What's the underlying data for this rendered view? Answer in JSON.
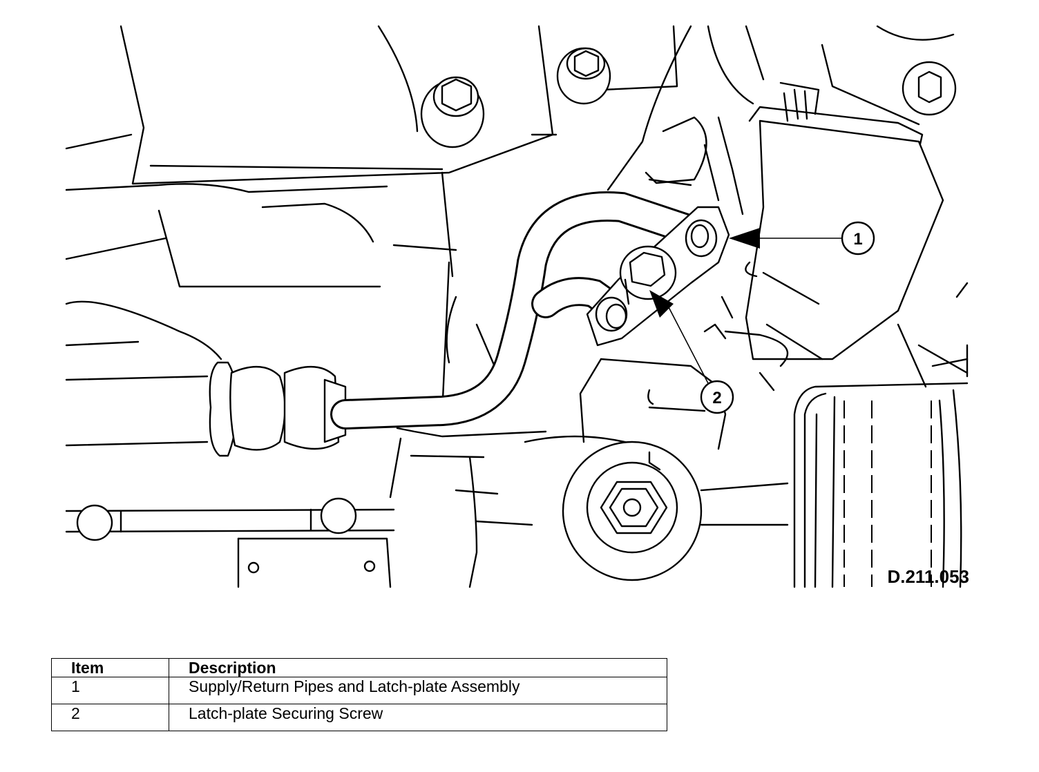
{
  "figure": {
    "reference": "D.211.053",
    "callouts": [
      {
        "number": "1"
      },
      {
        "number": "2"
      }
    ]
  },
  "legend": {
    "headers": {
      "item": "Item",
      "description": "Description"
    },
    "rows": [
      {
        "item": "1",
        "description": "Supply/Return Pipes and Latch-plate Assembly"
      },
      {
        "item": "2",
        "description": "Latch-plate Securing Screw"
      }
    ]
  }
}
